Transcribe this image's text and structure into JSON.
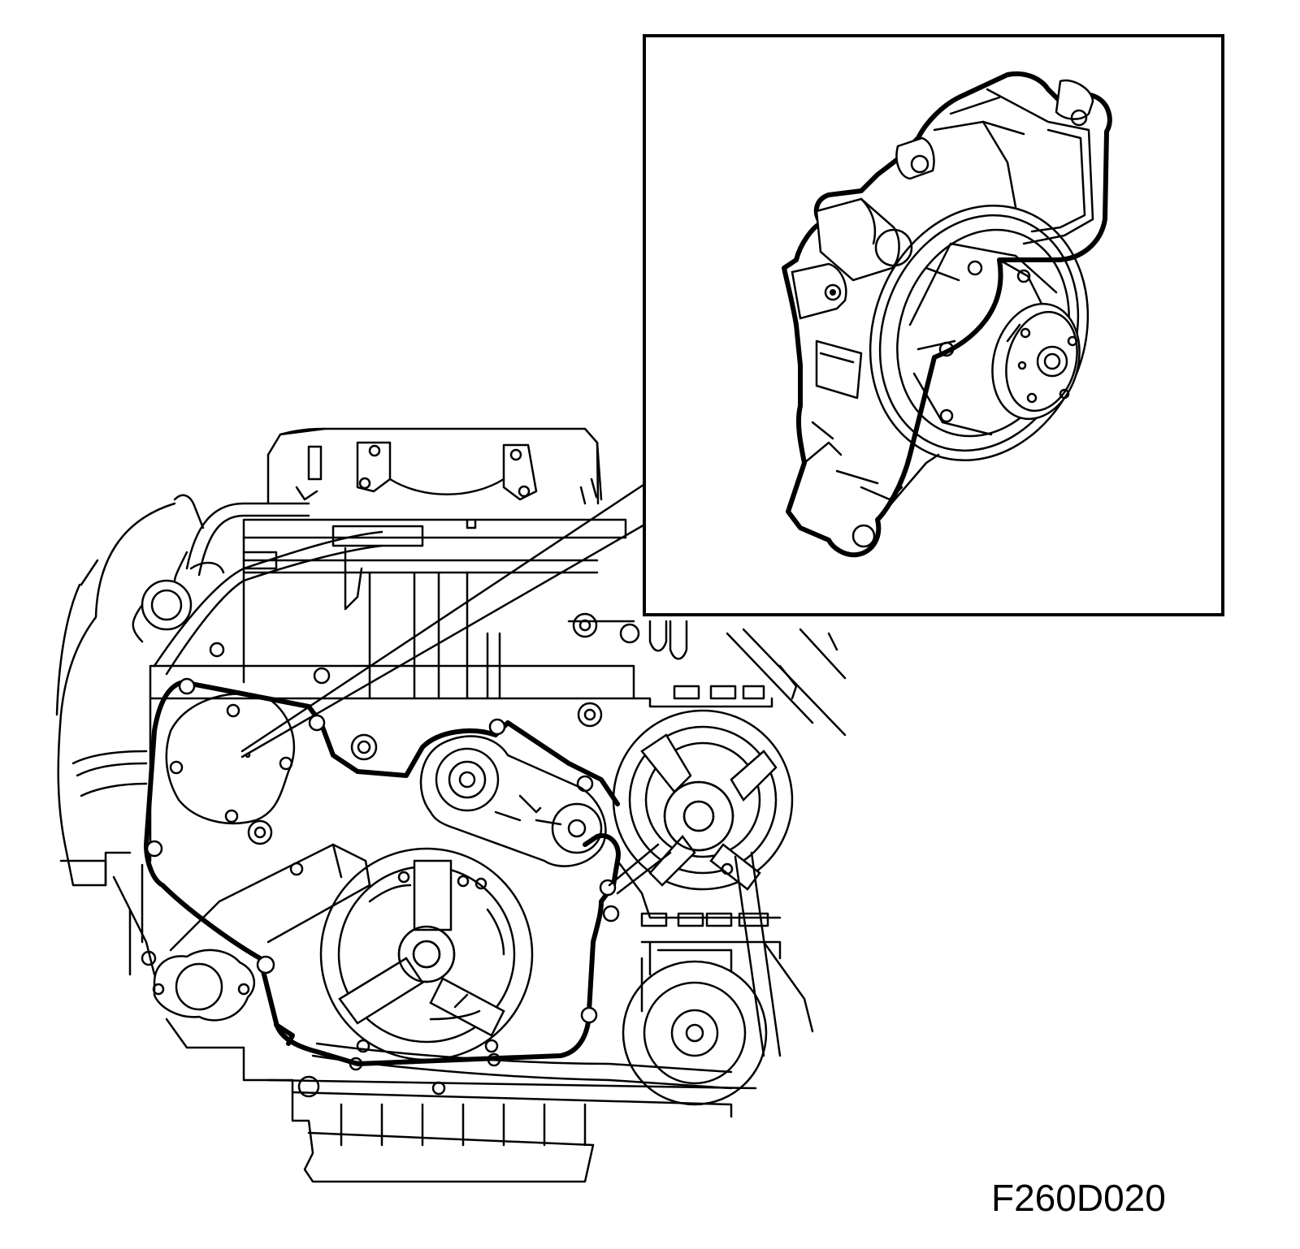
{
  "figure": {
    "code": "F260D020",
    "main_view": "engine-front-view",
    "detail_view": "water-pump-detail"
  },
  "colors": {
    "ink": "#000000",
    "paper": "#ffffff"
  }
}
